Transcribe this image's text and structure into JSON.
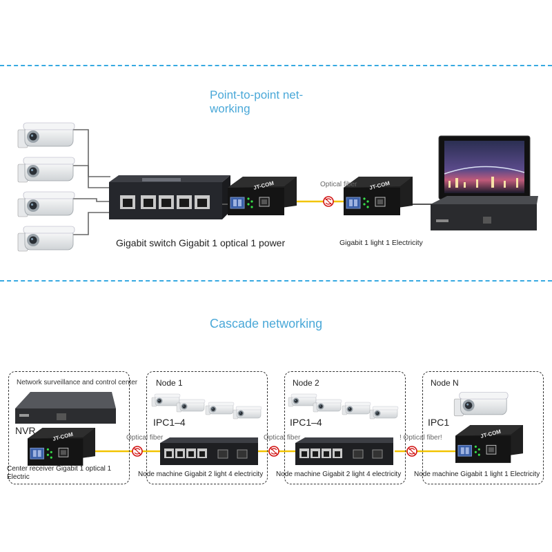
{
  "top": {
    "title_line1": "Point-to-point net-",
    "title_line2": "working",
    "fiber_label": "Optical fiber",
    "switch_caption": "Gigabit switch Gigabit 1 optical 1 power",
    "receiver_caption": "Gigabit 1 light 1 Electricity",
    "converter_brand": "JT-COM",
    "camera_count": 4
  },
  "bottom": {
    "title": "Cascade networking",
    "center": {
      "heading": "Network surveillance and control center",
      "nvr_label": "NVR",
      "caption_line1": "Center receiver Gigabit 1 optical 1",
      "caption_line2": "Electric",
      "converter_brand": "JT-COM"
    },
    "fiber_labels": [
      "Optical fiber",
      "Optical fiber",
      "! Optical fiber!"
    ],
    "nodes": [
      {
        "name": "Node 1",
        "ipc": "IPC1–4",
        "caption": "Node machine Gigabit 2 light 4 electricity"
      },
      {
        "name": "Node 2",
        "ipc": "IPC1–4",
        "caption": "Node machine Gigabit 2 light 4 electricity"
      },
      {
        "name": "Node N",
        "ipc": "IPC1",
        "caption": "Node machine Gigabit 1 light 1 Electricity",
        "converter_brand": "JT-COM"
      }
    ]
  },
  "colors": {
    "accent": "#36a9e1",
    "fiber": "#f2c400",
    "device_dark": "#1d1d1d"
  }
}
